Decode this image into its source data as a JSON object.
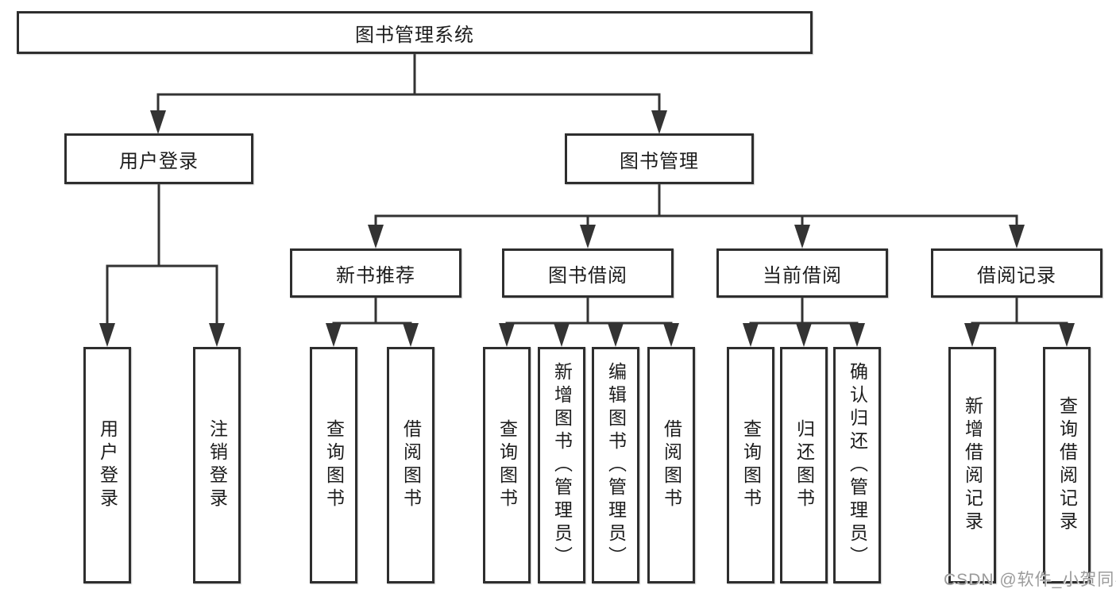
{
  "colors": {
    "line": "#333333",
    "border": "#2e2e2e",
    "text": "#1c1c1c",
    "watermark": "#9b9b9b",
    "background": "#ffffff"
  },
  "tree": {
    "label": "图书管理系统",
    "children": [
      {
        "label": "用户登录",
        "children": [
          {
            "label": "用户登录"
          },
          {
            "label": "注销登录"
          }
        ]
      },
      {
        "label": "图书管理",
        "children": [
          {
            "label": "新书推荐",
            "children": [
              {
                "label": "查询图书"
              },
              {
                "label": "借阅图书"
              }
            ]
          },
          {
            "label": "图书借阅",
            "children": [
              {
                "label": "查询图书"
              },
              {
                "label": "新增图书（管理员）"
              },
              {
                "label": "编辑图书（管理员）"
              },
              {
                "label": "借阅图书"
              }
            ]
          },
          {
            "label": "当前借阅",
            "children": [
              {
                "label": "查询图书"
              },
              {
                "label": "归还图书"
              },
              {
                "label": "确认归还（管理员）"
              }
            ]
          },
          {
            "label": "借阅记录",
            "children": [
              {
                "label": "新增借阅记录"
              },
              {
                "label": "查询借阅记录"
              }
            ]
          }
        ]
      }
    ]
  },
  "watermark": {
    "text": "CSDN @软件_小贺同学"
  }
}
